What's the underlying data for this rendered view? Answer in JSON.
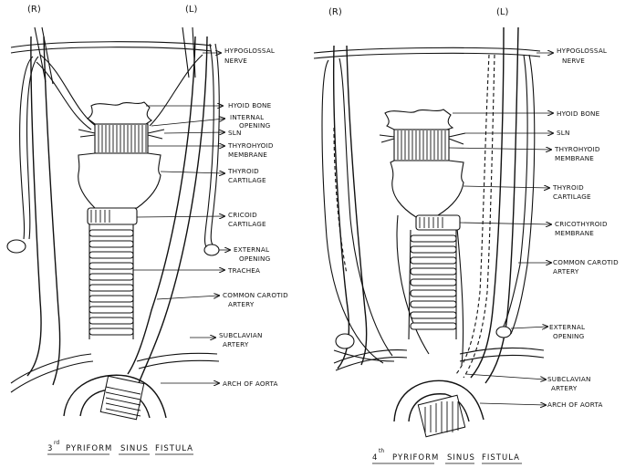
{
  "left_panel": {
    "side_right": "(R)",
    "side_left": "(L)",
    "labels": {
      "hypoglossal_1": "HYPOGLOSSAL",
      "hypoglossal_2": "NERVE",
      "hyoid": "HYOID BONE",
      "internal_1": "INTERNAL",
      "internal_2": "OPENING",
      "sln": "SLN",
      "thyrohyoid_1": "THYROHYOID",
      "thyrohyoid_2": "MEMBRANE",
      "thyroid_1": "THYROID",
      "thyroid_2": "CARTILAGE",
      "cricoid_1": "CRICOID",
      "cricoid_2": "CARTILAGE",
      "external_1": "EXTERNAL",
      "external_2": "OPENING",
      "trachea": "TRACHEA",
      "carotid_1": "COMMON CAROTID",
      "carotid_2": "ARTERY",
      "subclavian_1": "SUBCLAVIAN",
      "subclavian_2": "ARTERY",
      "aorta": "ARCH OF AORTA"
    },
    "caption": {
      "number": "3",
      "sup": "rd",
      "w1": "PYRIFORM",
      "w2": "SINUS",
      "w3": "FISTULA"
    }
  },
  "right_panel": {
    "side_right": "(R)",
    "side_left": "(L)",
    "labels": {
      "hypoglossal_1": "HYPOGLOSSAL",
      "hypoglossal_2": "NERVE",
      "hyoid": "HYOID BONE",
      "sln": "SLN",
      "thyrohyoid_1": "THYROHYOID",
      "thyrohyoid_2": "MEMBRANE",
      "thyroid_1": "THYROID",
      "thyroid_2": "CARTILAGE",
      "cricothyroid_1": "CRICOTHYROID",
      "cricothyroid_2": "MEMBRANE",
      "carotid_1": "COMMON CAROTID",
      "carotid_2": "ARTERY",
      "external_1": "EXTERNAL",
      "external_2": "OPENING",
      "subclavian_1": "SUBCLAVIAN",
      "subclavian_2": "ARTERY",
      "aorta": "ARCH OF AORTA"
    },
    "caption": {
      "number": "4",
      "sup": "th",
      "w1": "PYRIFORM",
      "w2": "SINUS",
      "w3": "FISTULA"
    }
  }
}
